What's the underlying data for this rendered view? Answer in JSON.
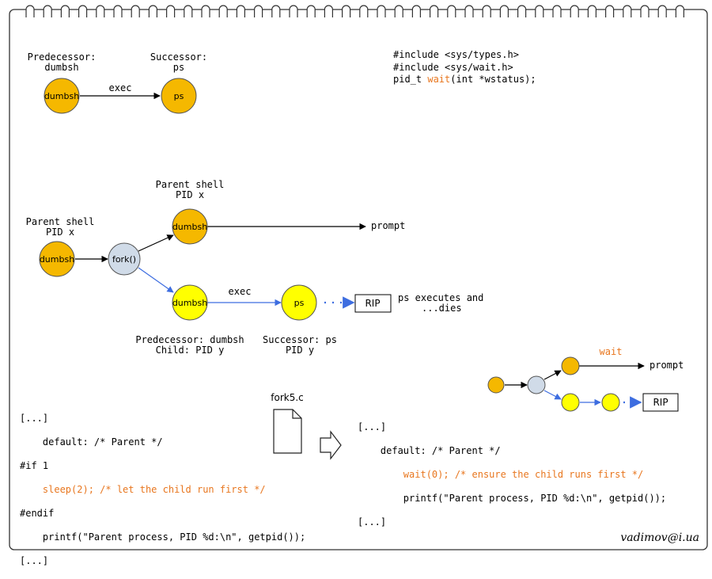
{
  "top": {
    "pred_label": "Predecessor:",
    "pred_name": "dumbsh",
    "succ_label": "Successor:",
    "succ_name": "ps",
    "node_dumbsh": "dumbsh",
    "node_ps": "ps",
    "edge_exec": "exec"
  },
  "header": {
    "line1": "#include <sys/types.h>",
    "line2": "#include <sys/wait.h>",
    "line3_a": "pid_t ",
    "line3_fn": "wait",
    "line3_b": "(int *wstatus);"
  },
  "middle": {
    "parent_label_1": "Parent shell",
    "parent_pid_1": "PID x",
    "parent_label_2": "Parent shell",
    "parent_pid_2": "PID x",
    "node_dumbsh_left": "dumbsh",
    "node_fork": "fork()",
    "node_dumbsh_upper": "dumbsh",
    "node_dumbsh_lower": "dumbsh",
    "node_ps": "ps",
    "prompt": "prompt",
    "edge_exec": "exec",
    "rip": "RIP",
    "ps_dies_1": "ps executes and",
    "ps_dies_2": "...dies",
    "pred_child_1": "Predecessor: dumbsh",
    "pred_child_2": "Child: PID y",
    "succ_child_1": "Successor: ps",
    "succ_child_2": "PID y"
  },
  "small": {
    "wait_label": "wait",
    "prompt": "prompt",
    "rip": "RIP"
  },
  "file": {
    "name": "fork5.c"
  },
  "code_left": {
    "l1": "[...]",
    "l2": "    default: /* Parent */",
    "l3": "#if 1",
    "l4": "    sleep(2); /* let the child run first */",
    "l5": "#endif",
    "l6": "    printf(\"Parent process, PID %d:\\n\", getpid());",
    "l7": "[...]"
  },
  "code_right": {
    "l1": "[...]",
    "l2": "    default: /* Parent */",
    "l3": "        wait(0); /* ensure the child runs first */",
    "l4": "        printf(\"Parent process, PID %d:\\n\", getpid());",
    "l5": "[...]"
  },
  "signature": "vadimov@i.ua",
  "colors": {
    "orange_node": "#f5b800",
    "yellow_node": "#ffff00",
    "grey_node": "#d0dbe8",
    "blue_arrow": "#3d6de0",
    "highlight": "#e8761e"
  }
}
